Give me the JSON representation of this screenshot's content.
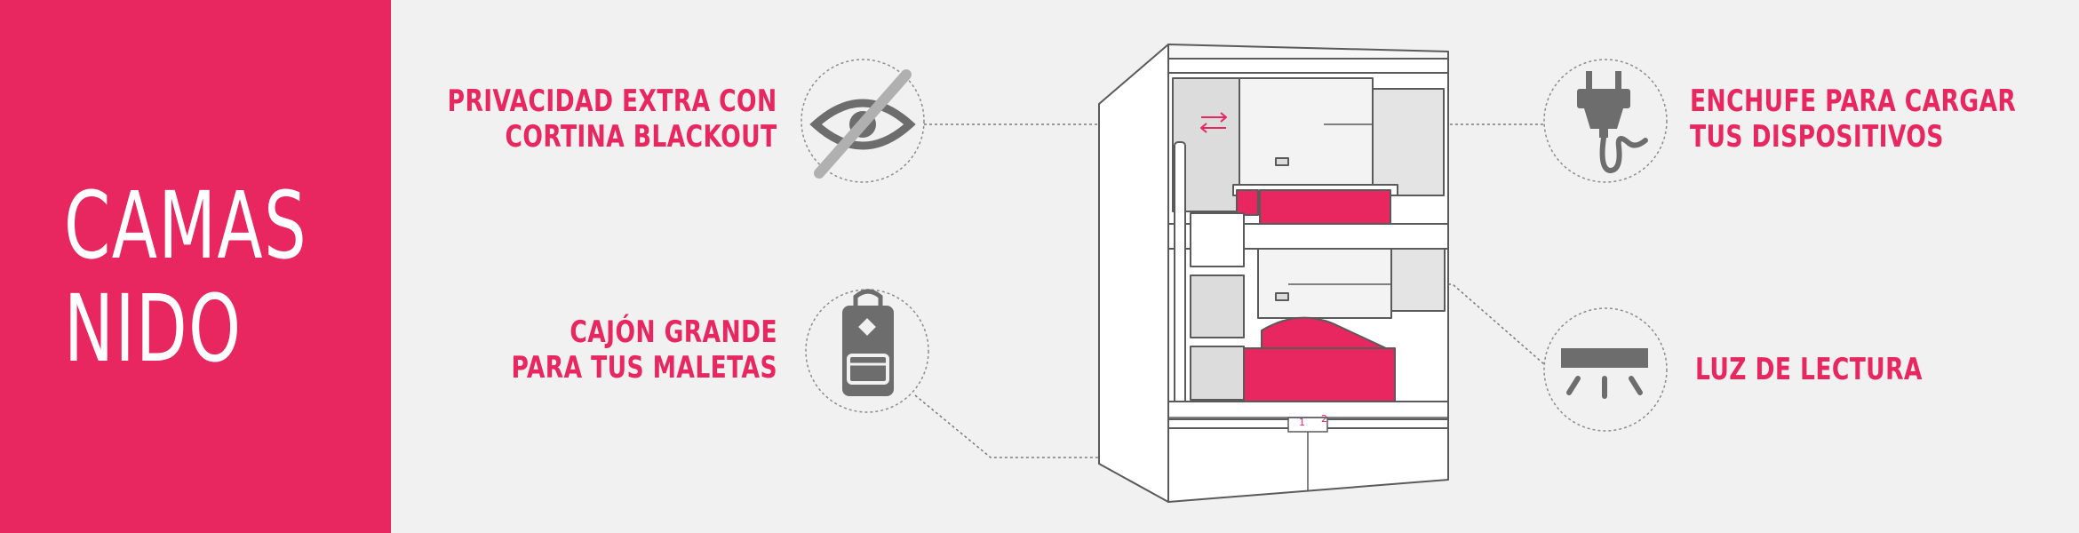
{
  "title": {
    "line1": "CAMAS",
    "line2": "NIDO"
  },
  "features": {
    "privacy": {
      "line1": "PRIVACIDAD EXTRA CON",
      "line2": "CORTINA BLACKOUT",
      "icon": "eye-slash-icon"
    },
    "drawer": {
      "line1": "CAJÓN GRANDE",
      "line2": "PARA TUS MALETAS",
      "icon": "backpack-icon"
    },
    "plug": {
      "line1": "ENCHUFE PARA CARGAR",
      "line2": "TUS DISPOSITIVOS",
      "icon": "plug-icon"
    },
    "light": {
      "line1": "LUZ DE LECTURA",
      "icon": "reading-light-icon"
    }
  },
  "bunk_numbers": {
    "lower": "1",
    "upper": "2"
  },
  "colors": {
    "brand": "#e8265f",
    "icon_gray": "#6d6d6d",
    "background": "#f1f1f1",
    "line": "#7a7a7a"
  }
}
